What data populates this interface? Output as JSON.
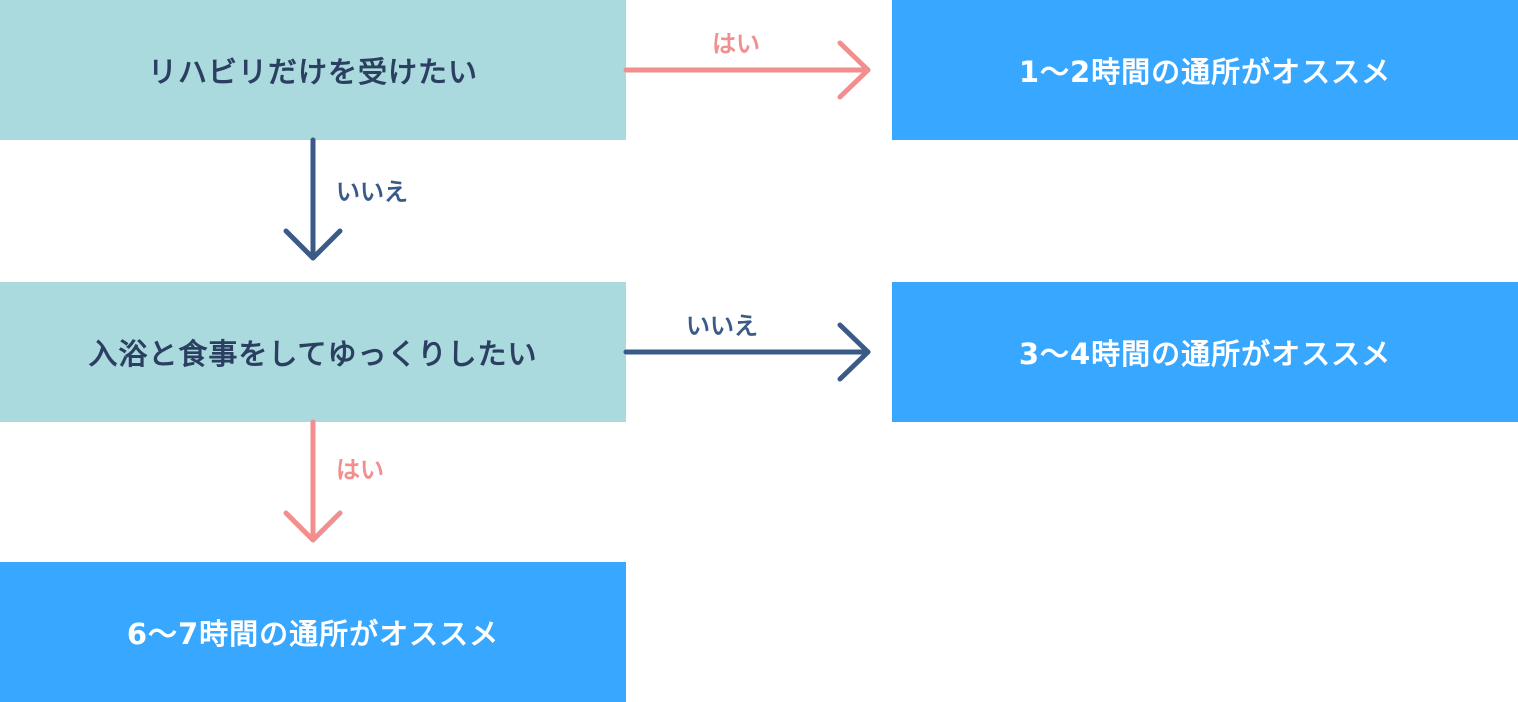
{
  "nodes": {
    "q1": "リハビリだけを受けたい",
    "q2": "入浴と食事をしてゆっくりしたい",
    "a1": "1〜2時間の通所がオススメ",
    "a2": "3〜4時間の通所がオススメ",
    "a3": "6〜7時間の通所がオススメ"
  },
  "edges": {
    "q1_to_a1": "はい",
    "q1_to_q2": "いいえ",
    "q2_to_a2": "いいえ",
    "q2_to_a3": "はい"
  },
  "colors": {
    "question_bg": "#aadadd",
    "question_text": "#2b3f61",
    "answer_bg": "#38a7ff",
    "answer_text": "#ffffff",
    "yes_arrow": "#f28e8e",
    "no_arrow": "#3a5a88"
  }
}
